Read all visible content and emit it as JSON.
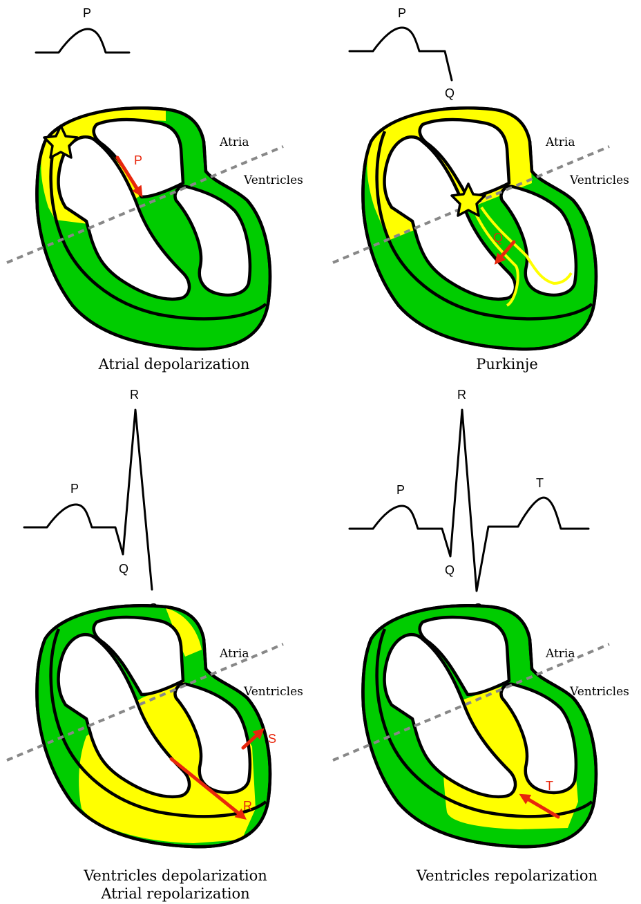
{
  "colors": {
    "depolarized": "#ffff00",
    "resting": "#00cc00",
    "arrow": "#e8260c",
    "divider": "#888888"
  },
  "panels": [
    {
      "caption": "Atrial depolarization",
      "ecg_labels": [
        "P"
      ],
      "region_labels": {
        "upper": "Atria",
        "lower": "Ventricles"
      },
      "arrow_labels": [
        "P"
      ],
      "icon": "star-icon"
    },
    {
      "caption": "Purkinje",
      "ecg_labels": [
        "P",
        "Q"
      ],
      "region_labels": {
        "upper": "Atria",
        "lower": "Ventricles"
      },
      "arrow_labels": [
        "Q"
      ],
      "icon": "star-icon"
    },
    {
      "caption": "Ventricles depolarization",
      "caption2": "Atrial repolarization",
      "ecg_labels": [
        "R",
        "P",
        "Q",
        "S"
      ],
      "region_labels": {
        "upper": "Atria",
        "lower": "Ventricles"
      },
      "arrow_labels": [
        "S",
        "R"
      ]
    },
    {
      "caption": "Ventricles repolarization",
      "ecg_labels": [
        "R",
        "P",
        "T",
        "Q",
        "S"
      ],
      "region_labels": {
        "upper": "Atria",
        "lower": "Ventricles"
      },
      "arrow_labels": [
        "T"
      ]
    }
  ]
}
